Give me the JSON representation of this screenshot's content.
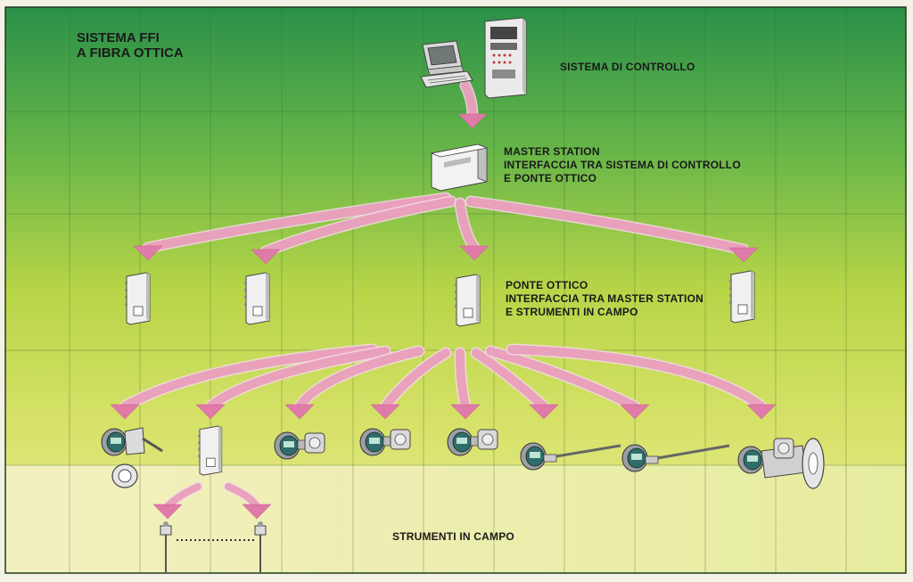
{
  "title": [
    "SISTEMA FFI",
    "A FIBRA OTTICA"
  ],
  "labels": {
    "control_system": "SISTEMA DI CONTROLLO",
    "master_station": [
      "MASTER STATION",
      "INTERFACCIA TRA SISTEMA DI CONTROLLO",
      "E PONTE OTTICO"
    ],
    "optical_bridge": [
      "PONTE OTTICO",
      "INTERFACCIA TRA MASTER STATION",
      "E STRUMENTI IN CAMPO"
    ],
    "field_instruments": "STRUMENTI IN CAMPO"
  },
  "colors": {
    "background_top": "#2e9a4a",
    "background_mid": "#c9dd4a",
    "background_bottom": "#eef0b8",
    "arrow": "#e48fb4",
    "grid": "#4a6a3a"
  }
}
